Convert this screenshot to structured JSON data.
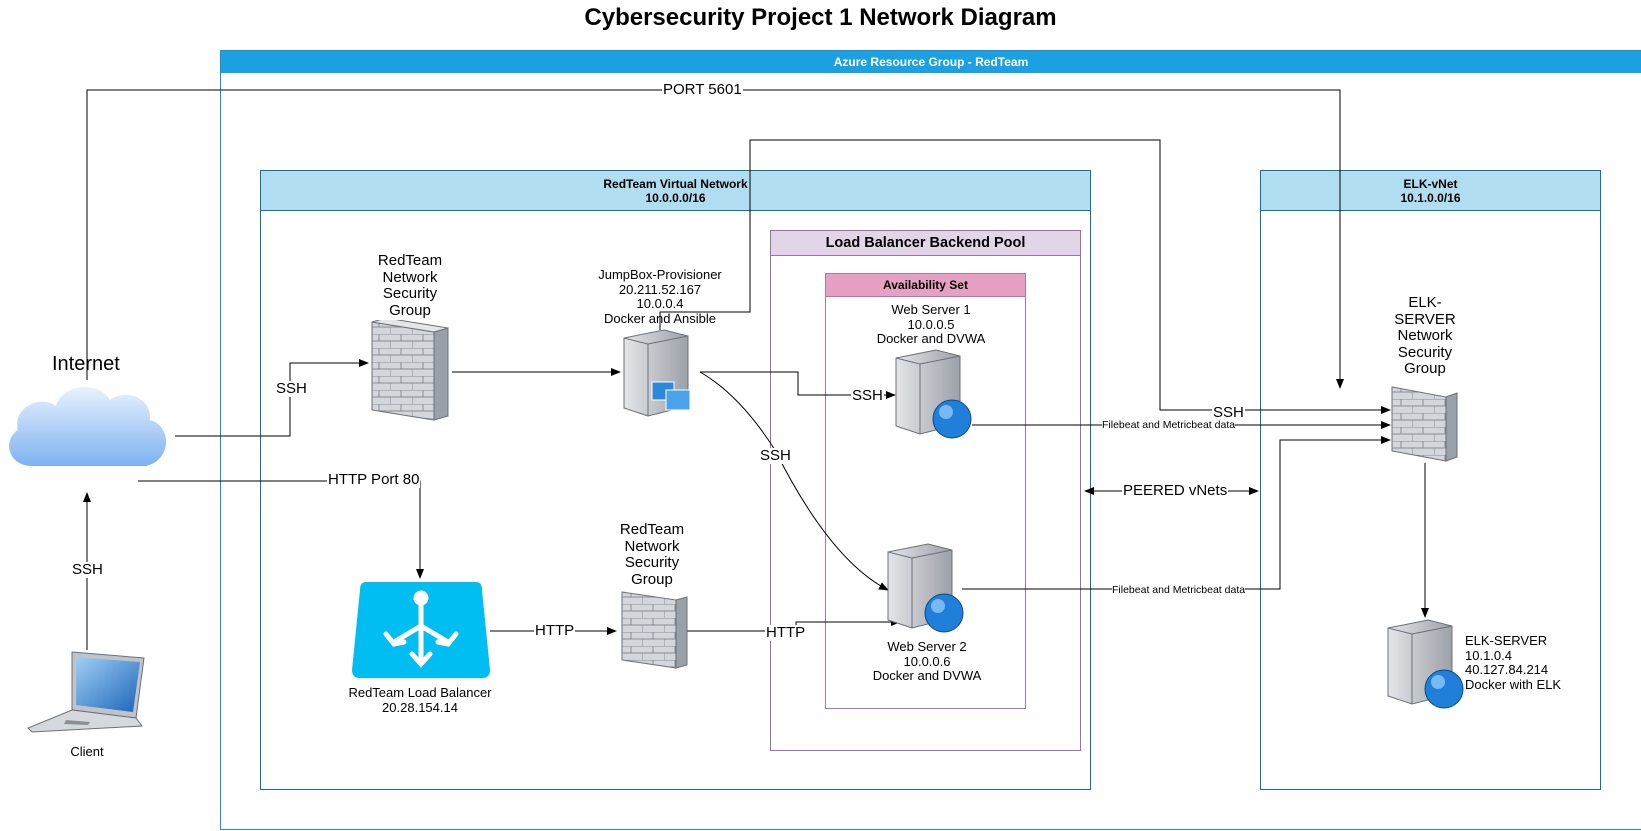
{
  "title": "Cybersecurity Project 1 Network Diagram",
  "groups": {
    "azure": "Azure Resource Group - RedTeam",
    "vnet_name": "RedTeam Virtual Network",
    "vnet_cidr": "10.0.0.0/16",
    "elk_vnet_name": "ELK-vNet",
    "elk_vnet_cidr": "10.1.0.0/16",
    "pool": "Load Balancer Backend Pool",
    "avail": "Availability Set"
  },
  "nodes": {
    "internet": "Internet",
    "client": "Client",
    "nsg1": [
      "RedTeam",
      "Network",
      "Security",
      "Group"
    ],
    "nsg2": [
      "RedTeam",
      "Network",
      "Security",
      "Group"
    ],
    "elk_nsg": [
      "ELK-",
      "SERVER",
      "Network",
      "Security",
      "Group"
    ],
    "jumpbox": [
      "JumpBox-Provisioner",
      "20.211.52.167",
      "10.0.0.4",
      "Docker and Ansible"
    ],
    "web1": [
      "Web Server 1",
      "10.0.0.5",
      "Docker and DVWA"
    ],
    "web2": [
      "Web Server 2",
      "10.0.0.6",
      "Docker and DVWA"
    ],
    "lb": [
      "RedTeam Load Balancer",
      "20.28.154.14"
    ],
    "elk": [
      "ELK-SERVER",
      "10.1.0.4",
      "40.127.84.214",
      "Docker with ELK"
    ]
  },
  "edges": {
    "port5601": "PORT 5601",
    "ssh_internet_nsg": "SSH",
    "http80": "HTTP Port 80",
    "ssh_client": "SSH",
    "http_lb": "HTTP",
    "http_web2": "HTTP",
    "ssh_web1": "SSH",
    "ssh_web2": "SSH",
    "ssh_elk": "SSH",
    "filebeat1": "Filebeat and Metricbeat data",
    "filebeat2": "Filebeat and Metricbeat data",
    "peered": "PEERED vNets"
  },
  "colors": {
    "azure_header": "#1BA1E2",
    "azure_border": "#1A8FD6",
    "vnet_header": "#B1DDF0",
    "vnet_border": "#10739E",
    "pool_header": "#E1D5E7",
    "pool_border": "#9673A6",
    "avail_header": "#E6A0C4",
    "avail_border": "#B5739D",
    "lb_fill": "#00BEF2"
  }
}
